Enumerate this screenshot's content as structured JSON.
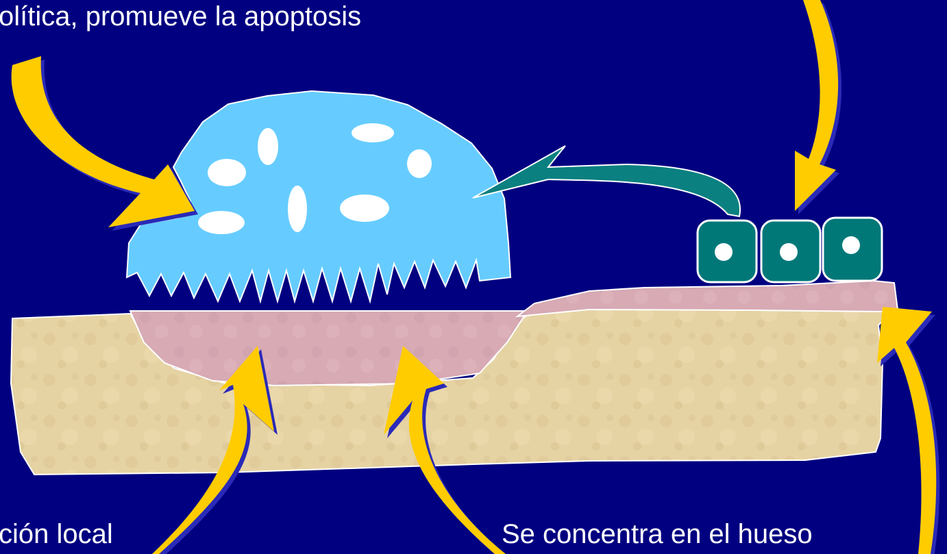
{
  "captions": {
    "top_left": "olítica, promueve la apoptosis",
    "bottom_left": "ción local",
    "bottom_right": "Se concentra en el hueso"
  },
  "colors": {
    "background": "#000080",
    "arrow_yellow": "#ffcc00",
    "arrow_shadow": "#2a2ab8",
    "osteoclast": "#66ccff",
    "osteoblast": "#007878",
    "teal_arrow": "#0b8080",
    "bone": "#e6d3a3",
    "osteoid": "#d7aab4",
    "white": "#ffffff"
  },
  "icons": {
    "osteoclast": "osteoclast-cell-icon",
    "osteoblast": "osteoblast-cell-icon",
    "arrow": "curved-arrow-icon"
  }
}
